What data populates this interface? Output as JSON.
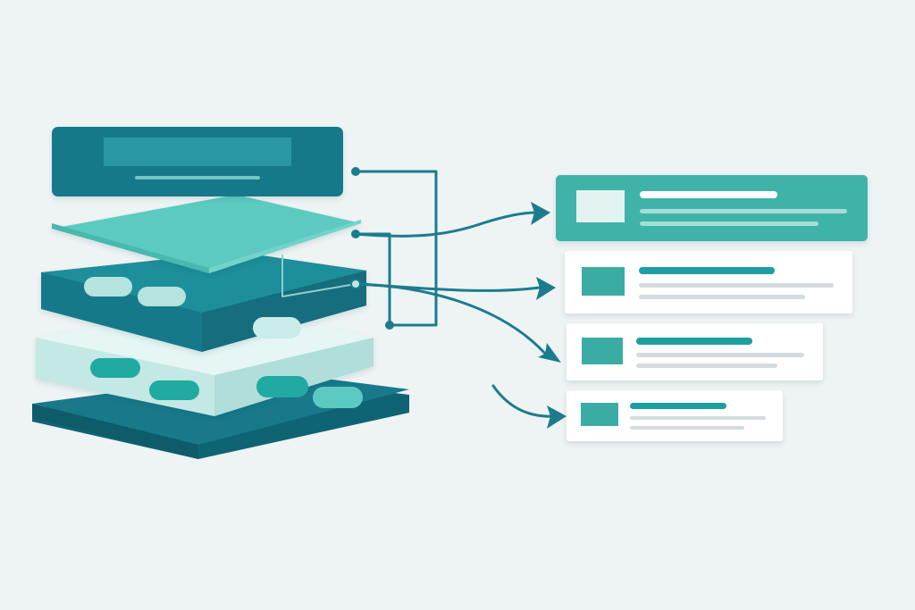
{
  "colors": {
    "background": "#eef3f4",
    "teal_dark": "#17798a",
    "teal_darker": "#0f6474",
    "teal_mid": "#1e8f9a",
    "teal_light": "#5ccac0",
    "teal_pale": "#bfe6e2",
    "pill_light": "#b5e3de",
    "pill_teal": "#20aaa2",
    "connector": "#1b7c8d",
    "card_primary": "#3fb3a8",
    "card_white": "#ffffff",
    "card_thumb": "#3aaca3",
    "card_line": "#d3dcdf"
  },
  "diagram": {
    "kind": "layered-stack-to-list",
    "layer_count": 5,
    "output_count": 4
  }
}
